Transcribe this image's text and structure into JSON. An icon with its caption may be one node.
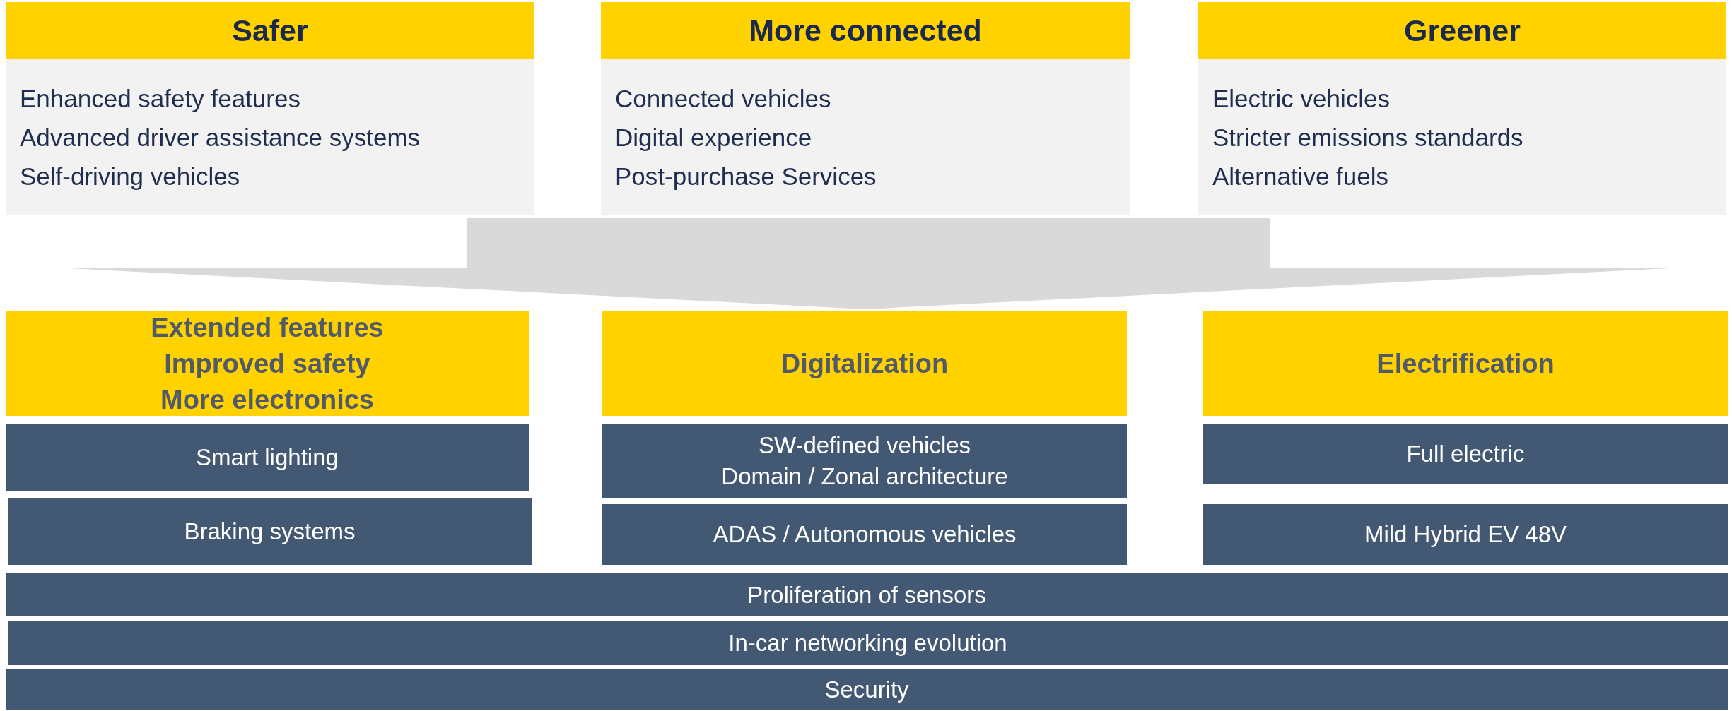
{
  "diagram": {
    "nodes": [
      {
        "text": [
          "Safer",
          "Enhanced safety features",
          "Advanced driver assistance systems",
          "Self-driving vehicles"
        ]
      },
      {
        "text": [
          "More connected",
          "Connected vehicles",
          "Digital experience",
          "Post-purchase Services"
        ]
      },
      {
        "text": [
          "Greener",
          "Electric vehicles",
          "Stricter emissions standards",
          "Alternative fuels"
        ]
      },
      {
        "text": [
          "Extended features",
          "Improved safety",
          "More electronics"
        ]
      },
      {
        "text": [
          "Digitalization"
        ]
      },
      {
        "text": [
          "Electrification"
        ]
      },
      {
        "text": [
          "Smart lighting"
        ]
      },
      {
        "text": [
          "Braking systems"
        ]
      },
      {
        "text": [
          "SW-defined vehicles",
          "Domain / Zonal architecture"
        ]
      },
      {
        "text": [
          "ADAS / Autonomous vehicles"
        ]
      },
      {
        "text": [
          "Full electric"
        ]
      },
      {
        "text": [
          "Mild Hybrid EV 48V"
        ]
      },
      {
        "text": [
          "Proliferation of sensors"
        ]
      },
      {
        "text": [
          "In-car networking evolution"
        ]
      },
      {
        "text": [
          "Security"
        ]
      }
    ],
    "edges": [
      {
        "from": 1,
        "to": 4,
        "arrow": "to",
        "style": "thick"
      }
    ]
  }
}
